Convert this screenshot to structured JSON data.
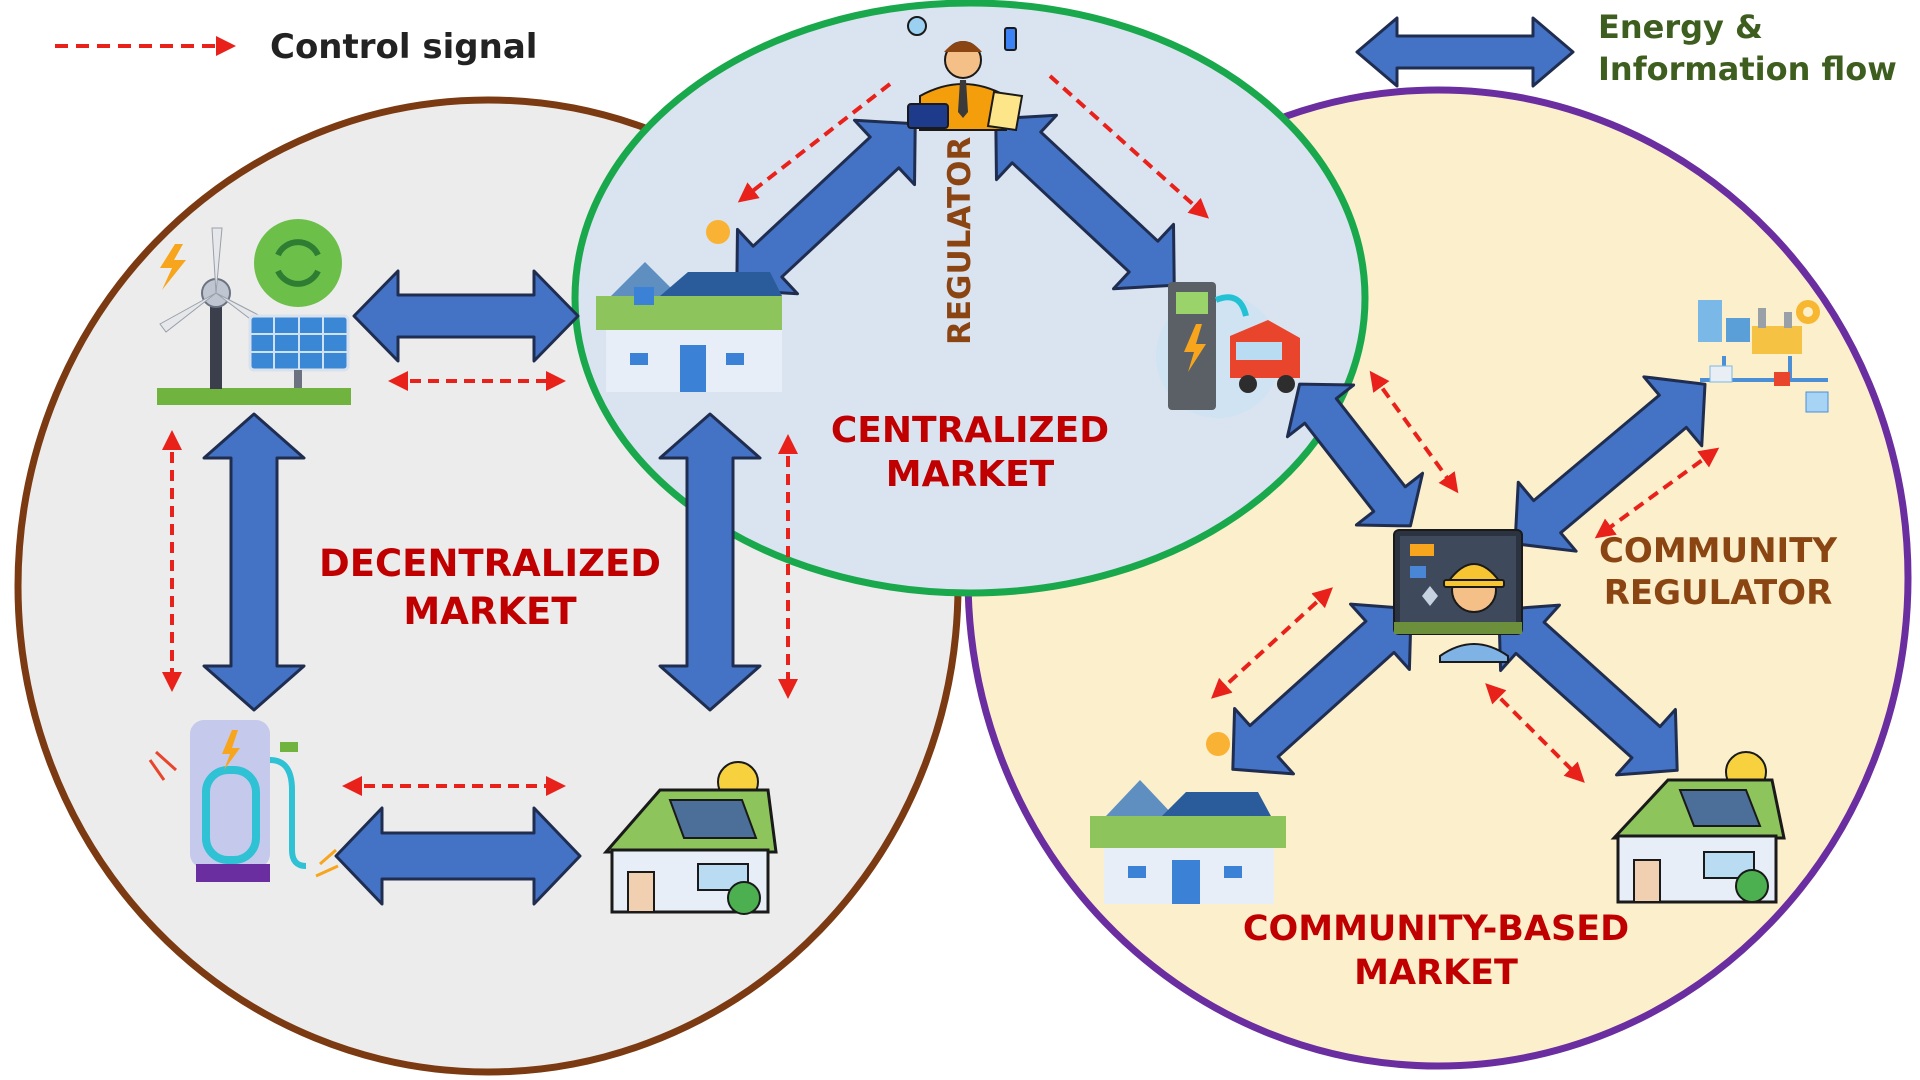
{
  "legend": {
    "control_signal": "Control signal",
    "flow_line1": "Energy &",
    "flow_line2": "Information flow"
  },
  "markets": {
    "decentralized": {
      "line1": "DECENTRALIZED",
      "line2": "MARKET"
    },
    "centralized": {
      "line1": "CENTRALIZED",
      "line2": "MARKET"
    },
    "community": {
      "line1": "COMMUNITY-BASED",
      "line2": "MARKET"
    }
  },
  "roles": {
    "regulator": "REGULATOR",
    "community_regulator_line1": "COMMUNITY",
    "community_regulator_line2": "REGULATOR"
  },
  "colors": {
    "flow_arrow": "#4472c4",
    "flow_arrow_outline": "#1f2d50",
    "control_signal": "#e8221b",
    "market_label": "#c00000",
    "regulator_label": "#8b4513",
    "legend_flow_text": "#3d5e1e",
    "decentralized_border": "#7b3a12",
    "decentralized_fill": "#ececec",
    "centralized_border": "#1aa84c",
    "centralized_fill": "#dae3f0",
    "community_border": "#6a2ea0",
    "community_fill": "#fcefcc"
  }
}
